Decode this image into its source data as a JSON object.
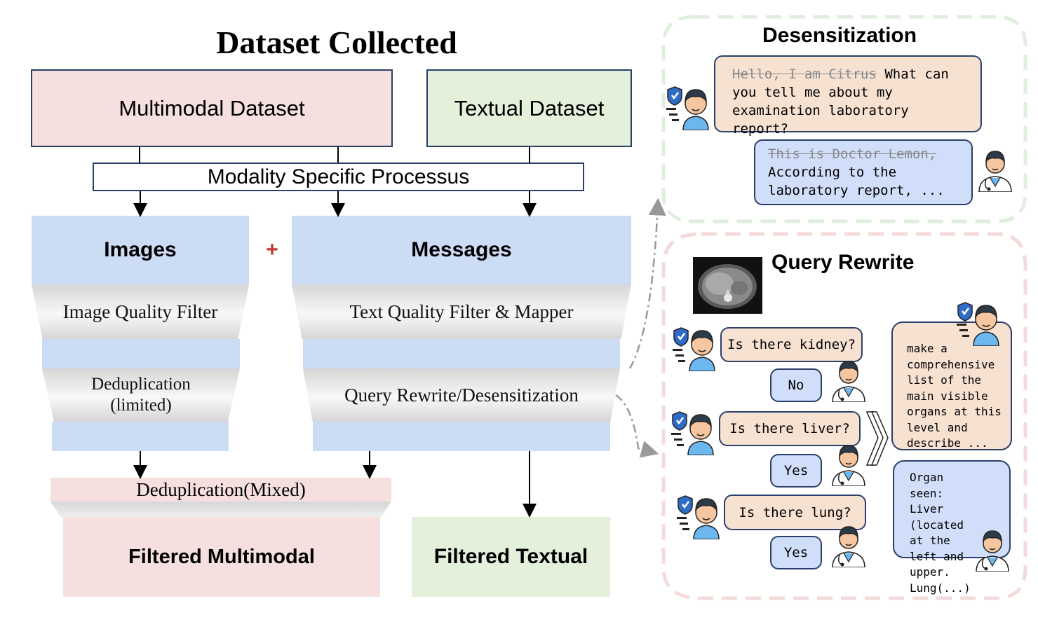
{
  "title": "Dataset Collected",
  "sources": {
    "multimodal": "Multimodal Dataset",
    "textual": "Textual Dataset"
  },
  "processing": "Modality Specific Processus",
  "images": {
    "header": "Images",
    "plus": "+",
    "quality_filter": "Image Quality Filter",
    "dedup_line1": "Deduplication",
    "dedup_line2": "(limited)"
  },
  "messages": {
    "header": "Messages",
    "quality_filter": "Text Quality Filter & Mapper",
    "rewrite": "Query Rewrite/Desensitization"
  },
  "dedup_mixed": "Deduplication(Mixed)",
  "outputs": {
    "multimodal": "Filtered Multimodal",
    "textual": "Filtered Textual"
  },
  "desensitization": {
    "title": "Desensitization",
    "patient": {
      "struck": "Hello, I am Citrus",
      "text": " What can you tell me about my examination laboratory report?"
    },
    "doctor": {
      "struck": "This is Doctor Lemon,",
      "text": "According to the laboratory report, ..."
    }
  },
  "query_rewrite": {
    "title": "Query Rewrite",
    "qa": [
      {
        "q": "Is there kidney?",
        "a": "No"
      },
      {
        "q": "Is there liver?",
        "a": "Yes"
      },
      {
        "q": "Is there lung?",
        "a": "Yes"
      }
    ],
    "rewritten_query": "make a comprehensive list of the main visible organs at this level and describe ...",
    "rewritten_answer": "Organ seen: Liver (located at the left and upper. Lung(...)"
  },
  "colors": {
    "blue_fill": "#cddcf5",
    "pink_fill": "#f6dfdf",
    "green_fill": "#e3f0da",
    "border": "#2b3f6b",
    "plus_red": "#c0392b",
    "dash_green": "#dfeedd",
    "dash_pink": "#f4dada"
  }
}
